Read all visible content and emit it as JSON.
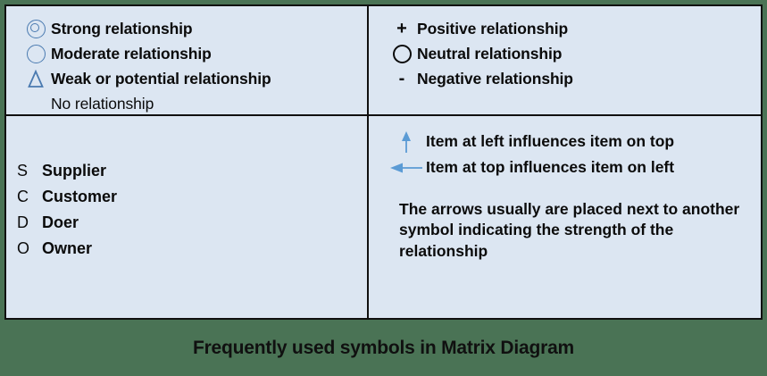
{
  "caption": "Frequently used symbols in Matrix Diagram",
  "colors": {
    "panel_background": "#dce6f2",
    "panel_border": "#101010",
    "symbol_blue": "#4a7ab0",
    "arrow_blue": "#5b9bd5",
    "caption_band": "#4a7355",
    "text": "#0b0b0b"
  },
  "quadrants": {
    "strength": {
      "entries": [
        {
          "symbol": "double-circle-symbol",
          "label": "Strong relationship",
          "weight": "bold"
        },
        {
          "symbol": "circle-symbol",
          "label": "Moderate relationship",
          "weight": "bold"
        },
        {
          "symbol": "triangle-symbol",
          "label": "Weak or potential relationship",
          "weight": "bold"
        },
        {
          "symbol": "none",
          "label": "No relationship",
          "weight": "regular"
        }
      ]
    },
    "direction": {
      "entries": [
        {
          "symbol": "plus-symbol",
          "glyph": "+",
          "label": "Positive relationship"
        },
        {
          "symbol": "open-circle-symbol",
          "glyph": "",
          "label": "Neutral relationship"
        },
        {
          "symbol": "minus-symbol",
          "glyph": "-",
          "label": "Negative relationship"
        }
      ]
    },
    "roles": {
      "entries": [
        {
          "key": "S",
          "name": "Supplier"
        },
        {
          "key": "C",
          "name": "Customer"
        },
        {
          "key": "D",
          "name": "Doer"
        },
        {
          "key": "O",
          "name": "Owner"
        }
      ]
    },
    "arrows": {
      "entries": [
        {
          "symbol": "arrow-up-icon",
          "label": "Item at left influences item on top"
        },
        {
          "symbol": "arrow-left-icon",
          "label": "Item at top influences item on left"
        }
      ],
      "note": "The arrows usually are placed next to another symbol indicating the strength of the relationship"
    }
  }
}
